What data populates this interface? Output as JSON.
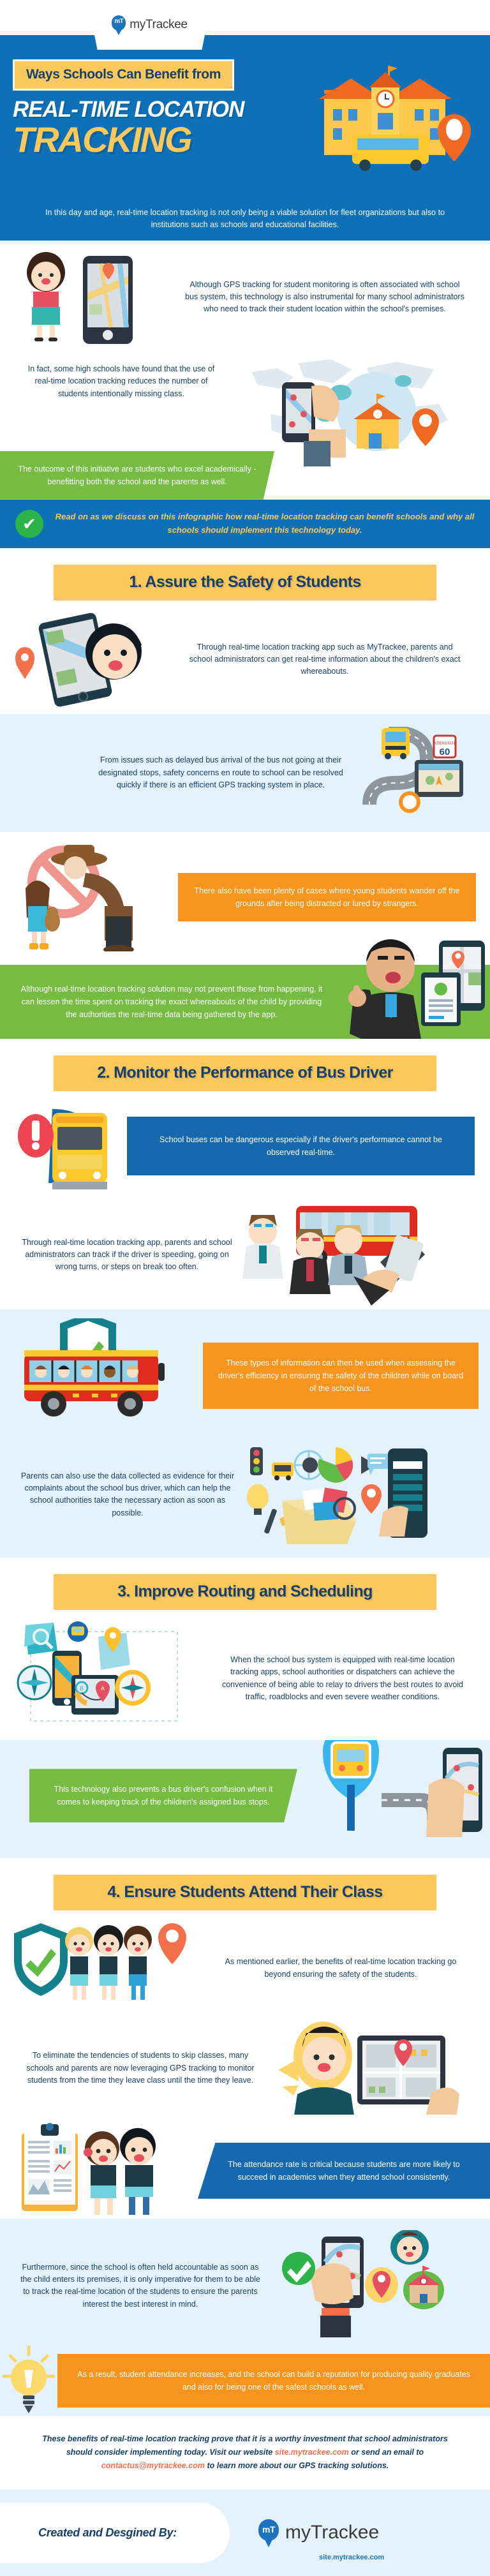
{
  "brand": {
    "logo_mark_text": "mT",
    "logo_word": "myTrackee",
    "site_url": "site.mytrackee.com"
  },
  "hero": {
    "kicker": "Ways Schools Can Benefit from",
    "title_line1": "REAL-TIME LOCATION",
    "title_line2": "TRACKING",
    "subtitle": "In this day and age, real-time location tracking is not only being a viable solution for fleet organizations but also to institutions such as schools and educational facilities."
  },
  "intro": {
    "para_right": "Although GPS tracking for student monitoring is often associated with school bus system, this technology is also instrumental for many school administrators who need to track their student location within the school's premises.",
    "para_left": "In fact, some high schools have found that the use of real-time location tracking reduces the number of students intentionally missing class.",
    "green_box": "The outcome of this initiative are students who excel academically - benefitting both the school and the parents as well.",
    "blue_strip": "Read on as we discuss on this infographic how real-time location tracking can benefit schools and why all schools should implement this technology today.",
    "check_glyph": "✔"
  },
  "sections": [
    {
      "heading": "1. Assure the Safety of Students",
      "blocks": [
        {
          "id": "s1-b1",
          "style": "plain",
          "text": "Through real-time location tracking app such as MyTrackee, parents and school administrators can get real-time information about the children's exact whereabouts."
        },
        {
          "id": "s1-b2",
          "style": "plain",
          "text": "From issues such as delayed bus arrival of the bus not going at their designated stops, safety concerns en route to school can be resolved quickly if there is an efficient GPS tracking system in place."
        },
        {
          "id": "s1-b3",
          "style": "orange",
          "text": "There also have been plenty of cases where young students wander off the grounds after being distracted or lured by strangers."
        },
        {
          "id": "s1-b4",
          "style": "green",
          "text": "Although real-time location tracking solution may not prevent those from happening, it can lessen the time spent on tracking the exact whereabouts of the child by providing the authorities the real-time data being gathered by the app."
        }
      ]
    },
    {
      "heading": "2. Monitor the Performance of Bus Driver",
      "blocks": [
        {
          "id": "s2-b1",
          "style": "blue",
          "text": "School buses can be dangerous especially if the driver's performance cannot be observed real-time."
        },
        {
          "id": "s2-b2",
          "style": "plain",
          "text": "Through real-time location tracking app, parents and school administrators can track if the driver is speeding, going on wrong turns, or steps on break too often."
        },
        {
          "id": "s2-b3",
          "style": "orange",
          "text": "These types of information can then be used when assessing the driver's efficiency in ensuring the safety of the children while on board of the school bus."
        },
        {
          "id": "s2-b4",
          "style": "plain",
          "text": "Parents can also use the data collected as evidence for their complaints about the school bus driver, which can help the school authorities take the necessary action as soon as possible."
        }
      ]
    },
    {
      "heading": "3. Improve Routing and Scheduling",
      "blocks": [
        {
          "id": "s3-b1",
          "style": "plain",
          "text": "When the school bus system is equipped with real-time location tracking apps, school authorities or dispatchers can achieve the convenience of being able to relay to drivers the best routes to avoid traffic, roadblocks and even severe weather conditions."
        },
        {
          "id": "s3-b2",
          "style": "green",
          "text": "This technology also prevents a bus driver's confusion when it comes to keeping track of the children's assigned bus stops."
        }
      ]
    },
    {
      "heading": "4. Ensure Students Attend Their Class",
      "blocks": [
        {
          "id": "s4-b1",
          "style": "plain",
          "text": "As mentioned earlier, the benefits of real-time location tracking go beyond ensuring the safety of the students."
        },
        {
          "id": "s4-b2",
          "style": "plain",
          "text": "To eliminate the tendencies of students to skip classes, many schools and parents are now leveraging GPS tracking to monitor students from the time they leave class until the time they leave."
        },
        {
          "id": "s4-b3",
          "style": "blue",
          "text": "The attendance rate is critical because students are more likely to succeed in academics when they attend school consistently."
        },
        {
          "id": "s4-b4",
          "style": "plain",
          "text": "Furthermore, since the school is often held accountable as soon as the child enters its premises, it is only imperative for them to be able to track the real-time location of the students to ensure the parents interest the best interest in mind."
        },
        {
          "id": "s4-b5",
          "style": "orange",
          "text": "As a result, student attendance increases, and the school can build a reputation for producing quality graduates and also for being one of the safest schools as well."
        }
      ]
    }
  ],
  "footer": {
    "note_part1": "These benefits of real-time location tracking prove that it is a worthy investment that school administrators should consider implementing today. Visit our website ",
    "note_link_site": "site.mytrackee.com",
    "note_part2": " or send an email to ",
    "note_link_email": "contactus@mytrackee.com",
    "note_part3": " to learn more about our GPS tracking solutions.",
    "created_by": "Created and Desgined By:"
  },
  "colors": {
    "brand_blue": "#0e70b7",
    "accent_yellow": "#fbc85c",
    "accent_orange": "#f7941e",
    "accent_green": "#76bc43",
    "deep_navy": "#173f6e",
    "link_orange": "#f2704a"
  }
}
